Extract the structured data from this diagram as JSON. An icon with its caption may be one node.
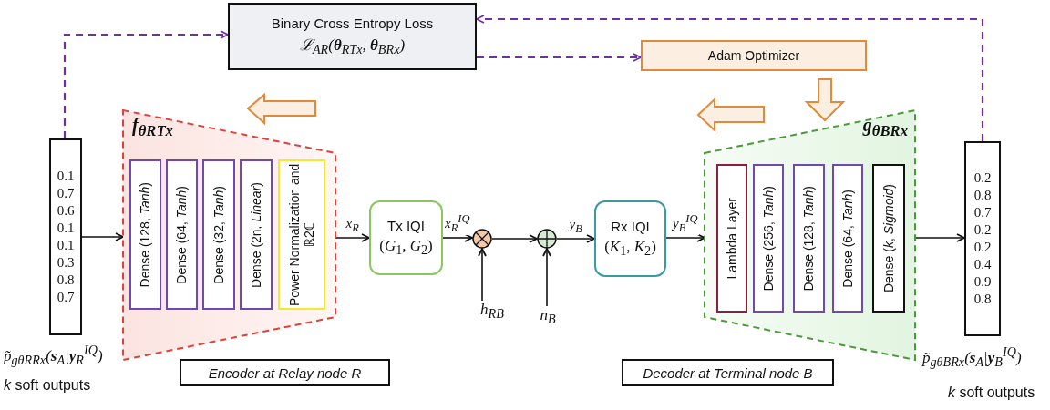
{
  "diagram": {
    "nodes": [
      {
        "text": [
          "Binary Cross Entropy Loss",
          "ℒ$_{AR}$(**θ**$_{RTx}$, **θ**$_{BRx}$)"
        ]
      },
      {
        "text": [
          "Adam Optimizer"
        ]
      },
      {
        "text": [
          "0.1 0.7 0.6 0.1 0.1 0.3 0.8 0.7"
        ],
        "beside": [
          "p̃$_{gθRRx}$(**s**$_{A}$|**y**$_{R}$$^{IQ}$)",
          "*k* soft outputs"
        ]
      },
      {
        "text": [
          "f$_{θRTx}$"
        ]
      },
      {
        "text": [
          "Dense (128, *Tanh*)"
        ],
        "in": 3
      },
      {
        "text": [
          "Dense (64, *Tanh*)"
        ],
        "in": 3
      },
      {
        "text": [
          "Dense (32, *Tanh*)"
        ],
        "in": 3
      },
      {
        "text": [
          "Dense (2n, *Linear*)"
        ],
        "in": 3
      },
      {
        "text": [
          "Power Normalization and ℝ2ℂ"
        ],
        "in": 3
      },
      {
        "text": [
          "Encoder at Relay node R"
        ]
      },
      {
        "text": [
          "Tx IQI",
          "(*G*$_{1}$, *G*$_{2}$)"
        ]
      },
      {
        "text": [],
        "shape": "circle"
      },
      {
        "text": [
          "*h*$_{RB}$"
        ]
      },
      {
        "text": [],
        "shape": "circle"
      },
      {
        "text": [
          "*n*$_{B}$"
        ]
      },
      {
        "text": [
          "Rx IQI",
          "(*K*$_{1}$, *K*$_{2}$)"
        ]
      },
      {
        "text": [
          "g$_{θBRx}$"
        ]
      },
      {
        "text": [
          "Lambda Layer"
        ],
        "in": 16
      },
      {
        "text": [
          "Dense (256, *Tanh*)"
        ],
        "in": 16
      },
      {
        "text": [
          "Dense (128, *Tanh*)"
        ],
        "in": 16
      },
      {
        "text": [
          "Dense (64, *Tanh*)"
        ],
        "in": 16
      },
      {
        "text": [
          "Dense (*k*, *Sigmoid*)"
        ],
        "in": 16
      },
      {
        "text": [
          "Decoder at Terminal node B"
        ]
      },
      {
        "text": [
          "0.2 0.8 0.7 0.2 0.2 0.4 0.9 0.8"
        ],
        "beside": [
          "p̃$_{gθBRx}$(**s**$_{A}$|**y**$_{B}$$^{IQ}$)",
          "*k* soft outputs"
        ]
      }
    ],
    "edges": [
      {
        "from": 2,
        "to": 0,
        "arrow": "to",
        "style": "dashed",
        "color": "#7030a0"
      },
      {
        "from": 23,
        "to": 0,
        "arrow": "to",
        "style": "dashed",
        "color": "#7030a0"
      },
      {
        "from": 0,
        "to": 1,
        "arrow": "to",
        "style": "dashed",
        "color": "#7030a0"
      },
      {
        "from": 2,
        "to": 3,
        "arrow": "to"
      },
      {
        "from": 3,
        "to": 10,
        "arrow": "to",
        "label": "*x*$_{R}$"
      },
      {
        "from": 10,
        "to": 11,
        "arrow": "to",
        "label": "*x*$_{R}$$^{IQ}$"
      },
      {
        "from": 12,
        "to": 11,
        "arrow": "to"
      },
      {
        "from": 11,
        "to": 13,
        "arrow": "to"
      },
      {
        "from": 14,
        "to": 13,
        "arrow": "to"
      },
      {
        "from": 13,
        "to": 15,
        "arrow": "to",
        "label": "*y*$_{B}$"
      },
      {
        "from": 15,
        "to": 16,
        "arrow": "to",
        "label": "*y*$_{B}$$^{IQ}$"
      },
      {
        "from": 16,
        "to": 23,
        "arrow": "to"
      }
    ]
  }
}
